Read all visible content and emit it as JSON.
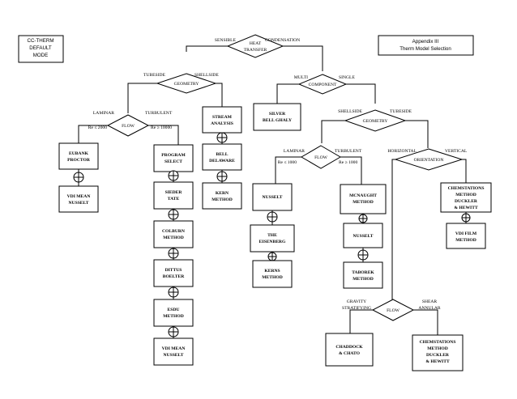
{
  "header": {
    "default_mode": [
      "CC-THERM",
      "DEFAULT",
      "MODE"
    ],
    "appendix_title": [
      "Appendix III",
      "Therm Model Selection"
    ]
  },
  "decisions": {
    "heat_transfer": [
      "HEAT",
      "TRANSFER"
    ],
    "geometry_left": "GEOMETRY",
    "component": "COMPONENT",
    "flow_left": "FLOW",
    "geometry_right": "GEOMETRY",
    "flow_mid": "FLOW",
    "orientation": "ORIENTATION",
    "flow_bottom": "FLOW"
  },
  "edge_labels": {
    "sensible": "SENSIBLE",
    "condensation": "CONDENSATION",
    "tubeside_left": "TUBESIDE",
    "shellside_left": "SHELLSIDE",
    "multi": "MULTI",
    "single": "SINGLE",
    "laminar_left": "LAMINAR",
    "turbulent_left": "TURBULENT",
    "re_le_2000": "Re ≤ 2000",
    "re_ge_10000": "Re ≥ 10000",
    "shellside_right": "SHELLSIDE",
    "tubeside_right": "TUBESIDE",
    "laminar_mid": "LAMINAR",
    "turbulent_mid": "TURBULENT",
    "re_le_1000": "Re ≤ 1000",
    "re_ge_1000": "Re ≥ 1000",
    "horizontal": "HORIZONTAL",
    "vertical": "VERTICAL",
    "gravity_stratifying": [
      "GRAVITY",
      "STRATIFYING"
    ],
    "shear_annular": [
      "SHEAR",
      "ANNULAR"
    ]
  },
  "methods": {
    "eubank_proctor": [
      "EUBANK",
      "PROCTOR"
    ],
    "vdi_mean_nusselt_left": [
      "VDI MEAN",
      "NUSSELT"
    ],
    "program_select": [
      "PROGRAM",
      "SELECT"
    ],
    "sieder_tate": [
      "SIEDER",
      "TATE"
    ],
    "colburn_method": [
      "COLBURN",
      "METHOD"
    ],
    "dittus_boelter": [
      "DITTUS",
      "BOELTER"
    ],
    "esdu_method": [
      "ESDU",
      "METHOD"
    ],
    "vdi_mean_nusselt_bottom": [
      "VDI MEAN",
      "NUSSELT"
    ],
    "stream_analysis": [
      "STREAM",
      "ANALYSIS"
    ],
    "bell_delaware": [
      "BELL",
      "DELAWARE"
    ],
    "kern_method": [
      "KERN",
      "METHOD"
    ],
    "silver_bell_ghaly": [
      "SILVER",
      "BELL GHALY"
    ],
    "nusselt_mid": [
      "NUSSELT"
    ],
    "the_eisenberg": [
      "THE",
      "EISENBERG"
    ],
    "kerns_method": [
      "KERNS",
      "METHOD"
    ],
    "mcnaught_method": [
      "MCNAUGHT",
      "METHOD"
    ],
    "nusselt_right": [
      "NUSSELT"
    ],
    "taborek_method": [
      "TABOREK",
      "METHOD"
    ],
    "chemstations_vertical": [
      "CHEMSTATIONS",
      "METHOD",
      "DUCKLER",
      "& HEWITT"
    ],
    "vdi_film_method": [
      "VDI FILM",
      "METHOD"
    ],
    "chaddock_chato": [
      "CHADDOCK",
      "& CHATO"
    ],
    "chemstations_bottom": [
      "CHEMSTATIONS",
      "METHOD",
      "DUCKLER",
      "& HEWITT"
    ]
  },
  "connector_symbol": "⊕"
}
